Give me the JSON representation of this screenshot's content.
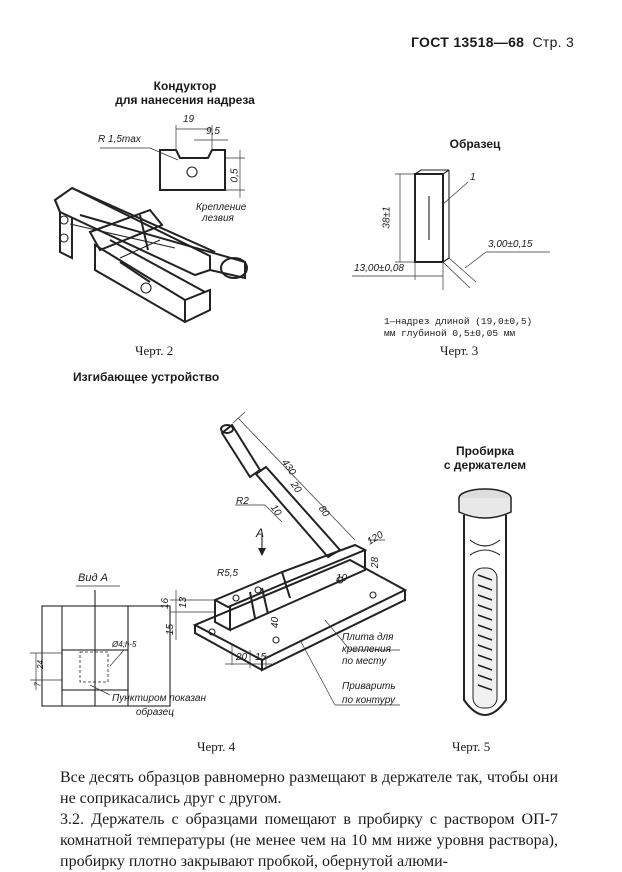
{
  "header": {
    "standard": "ГОСТ 13518—68",
    "page": "Стр. 3"
  },
  "fig2": {
    "title_line1": "Кондуктор",
    "title_line2": "для нанесения надреза",
    "caption": "Черт. 2",
    "labels": {
      "r": "R 1,5max",
      "w19": "19",
      "w95": "9,5",
      "h05": "0,5",
      "blade1": "Крепление",
      "blade2": "лезвия"
    }
  },
  "fig3": {
    "title": "Образец",
    "caption": "Черт. 3",
    "labels": {
      "num": "1",
      "h": "38±1",
      "w": "13,00±0,08",
      "t": "3,00±0,15"
    },
    "note_line1": "1—надрез длиной (19,0±0,5)",
    "note_line2": "мм глубиной 0,5±0,05 мм"
  },
  "fig4": {
    "title": "Изгибающее устройство",
    "caption": "Черт. 4",
    "view": "Вид А",
    "labels": {
      "a": "А",
      "l430": "430",
      "l20": "20",
      "l80": "80",
      "r2": "R2",
      "l10a": "10",
      "r55": "R5,5",
      "l120": "120",
      "l28": "28",
      "l10b": "10",
      "l16": "16",
      "l13": "13",
      "l15": "15",
      "l40": "40",
      "l20b": "20",
      "l15b": "15",
      "phi": "Ø4;h-5",
      "l24": "24",
      "l7": "7",
      "plate1": "Плита для",
      "plate2": "крепления",
      "plate3": "по месту",
      "weld1": "Приварить",
      "weld2": "по контуру",
      "dash1": "Пунктиром показан",
      "dash2": "образец"
    }
  },
  "fig5": {
    "title_line1": "Пробирка",
    "title_line2": "с держателем",
    "caption": "Черт. 5"
  },
  "body": {
    "p1": "Все десять образцов равномерно размещают в держателе так, чтобы они не соприкасались друг с другом.",
    "p2": "3.2. Держатель с образцами помещают в пробирку с раствором ОП-7 комнатной температуры (не менее чем на 10 мм ниже уровня раствора), пробирку плотно закрывают пробкой, обернутой алюми-"
  }
}
